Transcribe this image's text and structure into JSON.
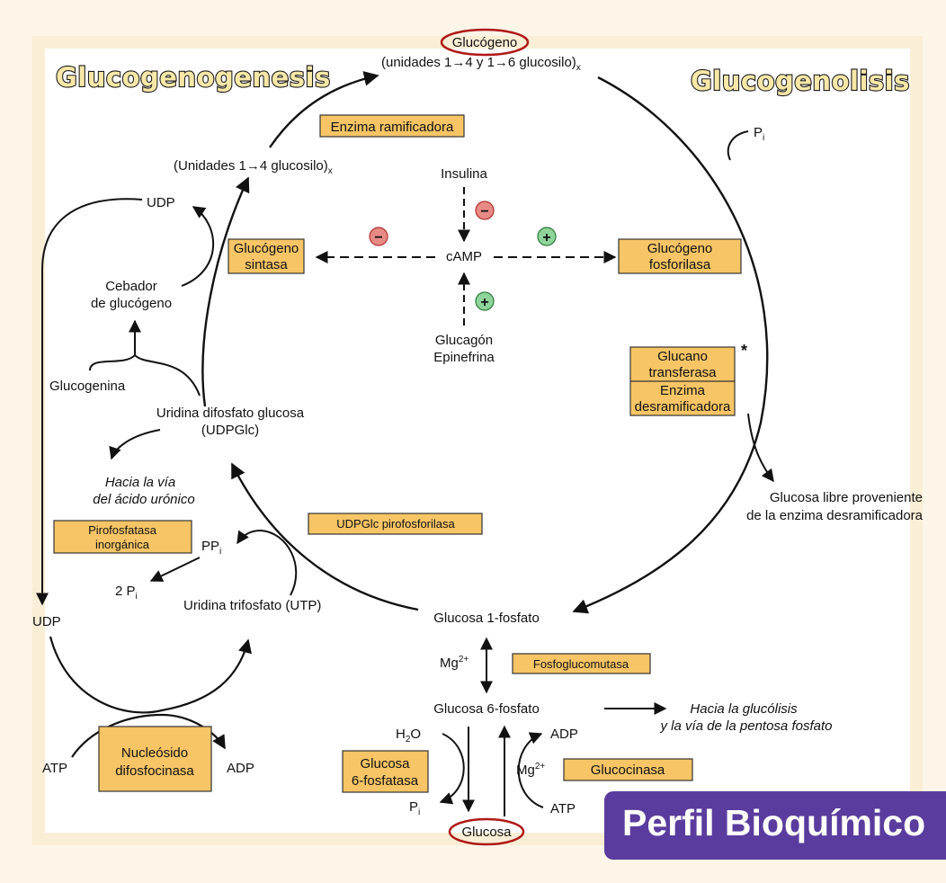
{
  "titles": {
    "left": "Glucogenogenesis",
    "right": "Glucogenolisis"
  },
  "top": {
    "glycogen": "Glucógeno",
    "units": "(unidades 1→4 y 1→6 glucosilo)",
    "units_sub": "x"
  },
  "enzymes": {
    "branching": "Enzima ramificadora",
    "synthase_1": "Glucógeno",
    "synthase_2": "sintasa",
    "phosphorylase_1": "Glucógeno",
    "phosphorylase_2": "fosforilasa",
    "transferase_1": "Glucano",
    "transferase_2": "transferasa",
    "debranching_1": "Enzima",
    "debranching_2": "desramificadora",
    "udpglc_pp": "UDPGlc pirofosforilasa",
    "ppase_1": "Pirofosfatasa",
    "ppase_2": "inorgánica",
    "phosphoglucomutase": "Fosfoglucomutasa",
    "g6pase_1": "Glucosa",
    "g6pase_2": "6-fosfatasa",
    "glucokinase": "Glucocinasa",
    "ndk_1": "Nucleósido",
    "ndk_2": "difosfocinasa"
  },
  "labels": {
    "units14": "(Unidades 1→4 glucosilo)",
    "units14_sub": "x",
    "udp_top": "UDP",
    "primer_1": "Cebador",
    "primer_2": "de glucógeno",
    "glycogenin": "Glucogenina",
    "udpglc_1": "Uridina difosfato glucosa",
    "udpglc_2": "(UDPGlc)",
    "uronic_1": "Hacia la vía",
    "uronic_2": "del ácido urónico",
    "ppi": "PP",
    "ppi_sub": "i",
    "two_pi": "2 P",
    "two_pi_sub": "i",
    "utp": "Uridina trifosfato (UTP)",
    "udp_left": "UDP",
    "atp_left": "ATP",
    "adp_left": "ADP",
    "g1p": "Glucosa 1-fosfato",
    "mg_1": "Mg",
    "mg_1_sup": "2+",
    "g6p": "Glucosa 6-fosfato",
    "glycolysis_1": "Hacia la glucólisis",
    "glycolysis_2": "y la vía de la pentosa fosfato",
    "h2o_1": "H",
    "h2o_2": "2",
    "h2o_3": "O",
    "adp_right": "ADP",
    "mg_2": "Mg",
    "mg_2_sup": "2+",
    "pi_bottom": "P",
    "pi_bottom_sub": "i",
    "atp_right": "ATP",
    "glucose": "Glucosa",
    "pi_top": "P",
    "pi_top_sub": "i",
    "free_glucose_1": "Glucosa libre proveniente",
    "free_glucose_2": "de la enzima desramificadora",
    "asterisk": "*"
  },
  "regulation": {
    "insulin": "Insulina",
    "camp": "cAMP",
    "glucagon": "Glucagón",
    "epinephrine": "Epinefrina",
    "minus": "−",
    "plus": "+"
  },
  "badge": "Perfil Bioquímico",
  "colors": {
    "enzyme_box": "#f7c566",
    "inhibit": "#e88a84",
    "activate": "#8fd49a",
    "oval": "#b01818",
    "badge": "#5a3c9e"
  }
}
